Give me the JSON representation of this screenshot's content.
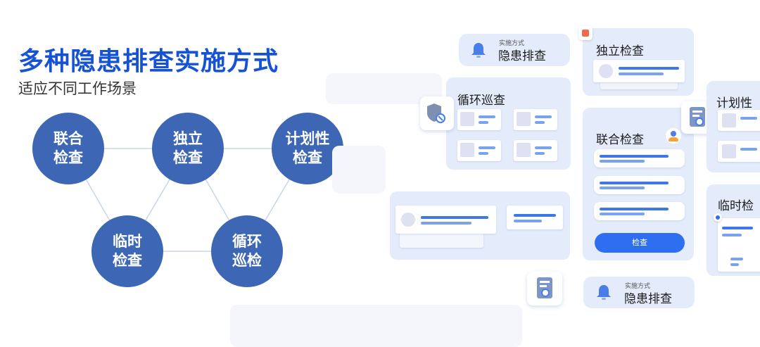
{
  "heading": {
    "title": "多种隐患排查实施方式",
    "subtitle": "适应不同工作场景"
  },
  "methods": {
    "joint": [
      "联合",
      "检查"
    ],
    "independent": [
      "独立",
      "检查"
    ],
    "planned": [
      "计划性",
      "检查"
    ],
    "temporary": [
      "临时",
      "检查"
    ],
    "patrol": [
      "循环",
      "巡检"
    ]
  },
  "mockup": {
    "badge_top": {
      "small": "实施方式",
      "big": "隐患排查"
    },
    "badge_bottom": {
      "small": "实施方式",
      "big": "隐患排查"
    },
    "patrol_card": {
      "title": "循环巡查"
    },
    "independent_card": {
      "title": "独立检查"
    },
    "joint_card": {
      "title": "联合检查",
      "button": "检查"
    },
    "planned_card": {
      "title": "计划性"
    },
    "temporary_card": {
      "title": "临时检"
    }
  },
  "colors": {
    "title": "#1652d6",
    "circle": "#3d66b4",
    "card": "#e4ecfb",
    "button": "#2e6ef0"
  }
}
